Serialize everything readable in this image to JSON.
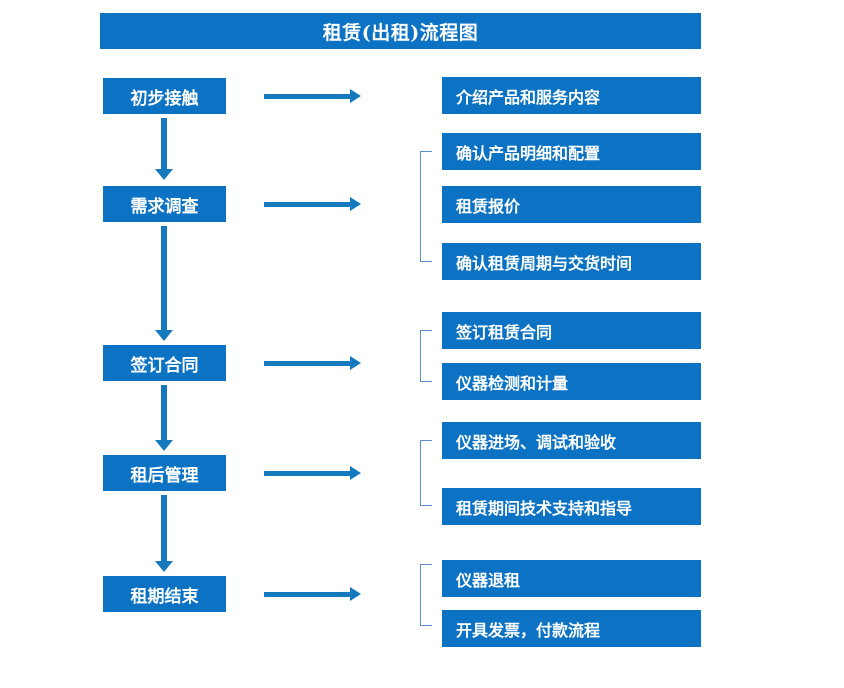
{
  "chart_data": {
    "type": "diagram",
    "title": "租赁(出租)流程图",
    "diagram_kind": "flowchart",
    "orientation": "vertical-with-branches",
    "accent_color": "#0b72c4",
    "arrow_color": "#1479bd",
    "bracket_color": "#5b8fce",
    "text_color": "#ffffff",
    "background": "#ffffff",
    "stages": [
      {
        "id": "stage-1",
        "label": "初步接触",
        "has_bracket": false,
        "details": [
          "介绍产品和服务内容"
        ]
      },
      {
        "id": "stage-2",
        "label": "需求调查",
        "has_bracket": true,
        "details": [
          "确认产品明细和配置",
          "租赁报价",
          "确认租赁周期与交货时间"
        ]
      },
      {
        "id": "stage-3",
        "label": "签订合同",
        "has_bracket": true,
        "details": [
          "签订租赁合同",
          "仪器检测和计量"
        ]
      },
      {
        "id": "stage-4",
        "label": "租后管理",
        "has_bracket": true,
        "details": [
          "仪器进场、调试和验收",
          "租赁期间技术支持和指导"
        ]
      },
      {
        "id": "stage-5",
        "label": "租期结束",
        "has_bracket": true,
        "details": [
          "仪器退租",
          "开具发票，付款流程"
        ]
      }
    ],
    "flow_connections": [
      {
        "from": "初步接触",
        "to": "需求调查",
        "kind": "vertical-arrow"
      },
      {
        "from": "需求调查",
        "to": "签订合同",
        "kind": "vertical-arrow"
      },
      {
        "from": "签订合同",
        "to": "租后管理",
        "kind": "vertical-arrow"
      },
      {
        "from": "租后管理",
        "to": "租期结束",
        "kind": "vertical-arrow"
      },
      {
        "from": "初步接触",
        "to": "介绍产品和服务内容",
        "kind": "horizontal-arrow"
      },
      {
        "from": "需求调查",
        "to": "需求调查明细组",
        "kind": "horizontal-arrow"
      },
      {
        "from": "签订合同",
        "to": "签订合同明细组",
        "kind": "horizontal-arrow"
      },
      {
        "from": "租后管理",
        "to": "租后管理明细组",
        "kind": "horizontal-arrow"
      },
      {
        "from": "租期结束",
        "to": "租期结束明细组",
        "kind": "horizontal-arrow"
      }
    ]
  },
  "title": {
    "text": "租赁(出租)流程图"
  },
  "nodes": {
    "left": [
      {
        "label": "初步接触"
      },
      {
        "label": "需求调查"
      },
      {
        "label": "签订合同"
      },
      {
        "label": "租后管理"
      },
      {
        "label": "租期结束"
      }
    ],
    "right": [
      {
        "label": "介绍产品和服务内容"
      },
      {
        "label": "确认产品明细和配置"
      },
      {
        "label": "租赁报价"
      },
      {
        "label": "确认租赁周期与交货时间"
      },
      {
        "label": "签订租赁合同"
      },
      {
        "label": "仪器检测和计量"
      },
      {
        "label": "仪器进场、调试和验收"
      },
      {
        "label": "租赁期间技术支持和指导"
      },
      {
        "label": "仪器退租"
      },
      {
        "label": "开具发票，付款流程"
      }
    ]
  }
}
